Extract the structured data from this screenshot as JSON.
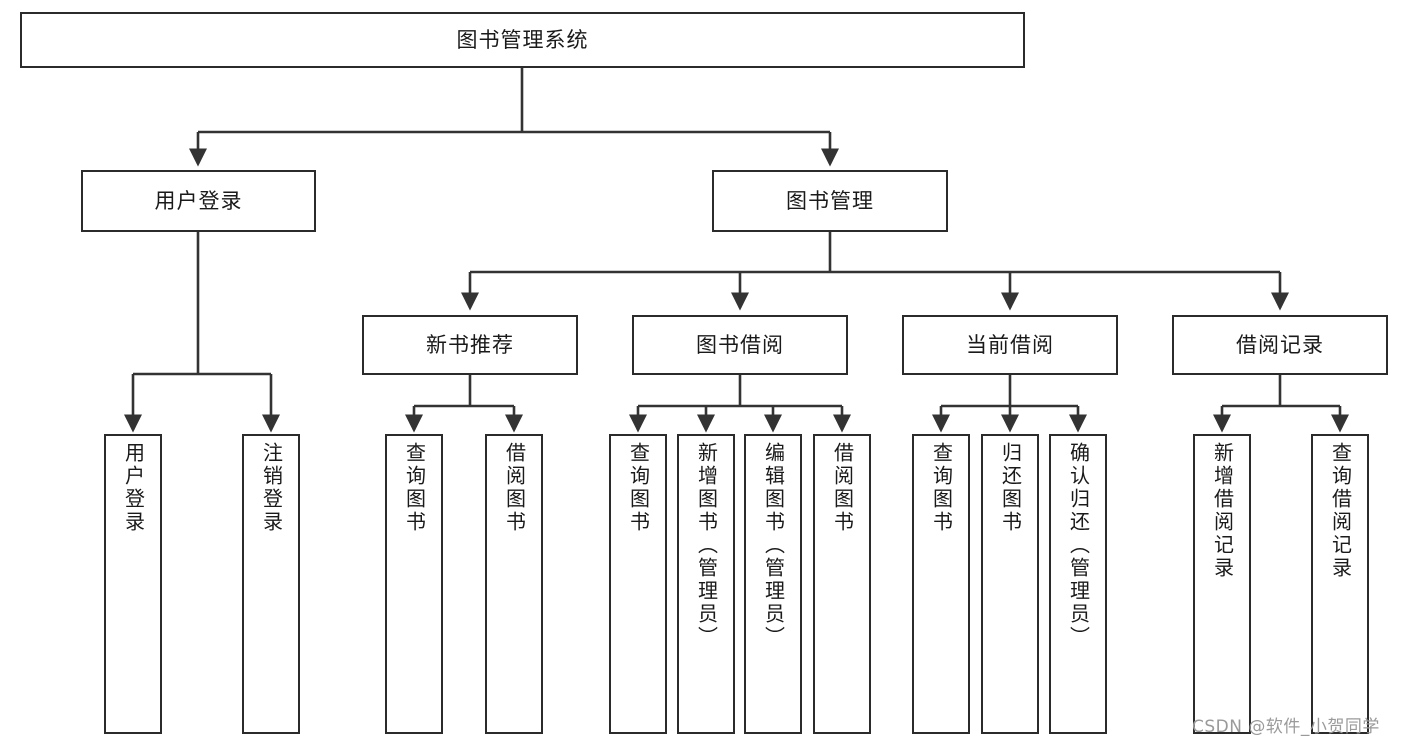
{
  "diagram": {
    "type": "tree-hierarchy-chart",
    "title": "图书管理系统",
    "colors": {
      "box_border": "#2b2b2b",
      "box_fill": "#ffffff",
      "connector": "#333333",
      "text": "#1a1a1a",
      "watermark": "#9a9a9a",
      "background": "#ffffff"
    },
    "watermark": "CSDN @软件_小贺同学",
    "root": {
      "label": "图书管理系统"
    },
    "level2": [
      {
        "label": "用户登录"
      },
      {
        "label": "图书管理"
      }
    ],
    "level3": [
      {
        "label": "新书推荐"
      },
      {
        "label": "图书借阅"
      },
      {
        "label": "当前借阅"
      },
      {
        "label": "借阅记录"
      }
    ],
    "leaves": {
      "user_login": [
        {
          "label": "用户登录"
        },
        {
          "label": "注销登录"
        }
      ],
      "new_book_recommend": [
        {
          "label": "查询图书"
        },
        {
          "label": "借阅图书"
        }
      ],
      "book_borrow": [
        {
          "label": "查询图书"
        },
        {
          "label": "新增图书（管理员）"
        },
        {
          "label": "编辑图书（管理员）"
        },
        {
          "label": "借阅图书"
        }
      ],
      "current_borrow": [
        {
          "label": "查询图书"
        },
        {
          "label": "归还图书"
        },
        {
          "label": "确认归还（管理员）"
        }
      ],
      "borrow_record": [
        {
          "label": "新增借阅记录"
        },
        {
          "label": "查询借阅记录"
        }
      ]
    }
  }
}
